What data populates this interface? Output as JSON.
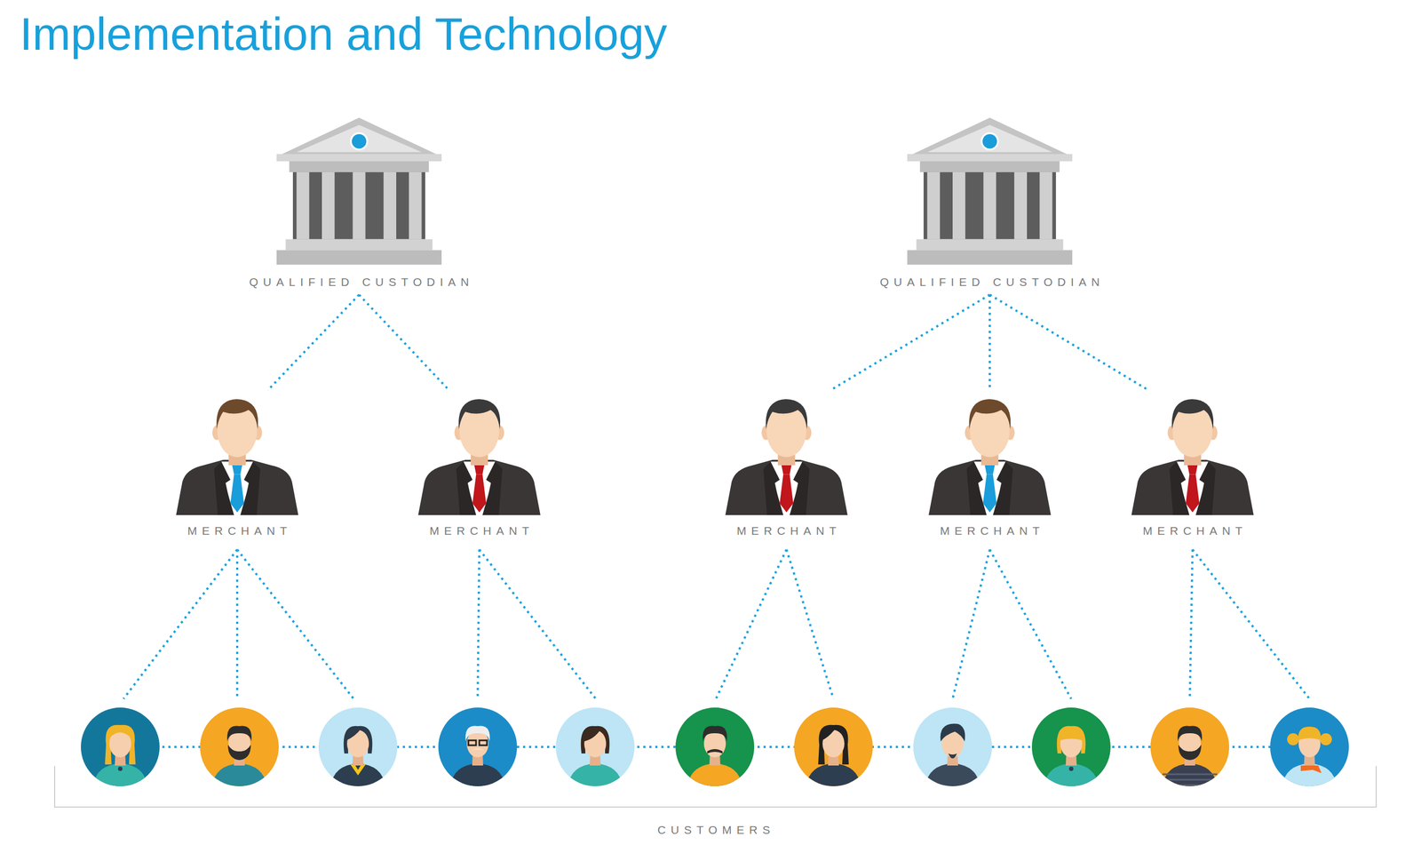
{
  "diagram": {
    "title": "Implementation and Technology",
    "nodes": [
      {
        "text": [
          "QUALIFIED CUSTODIAN"
        ]
      },
      {
        "text": [
          "QUALIFIED CUSTODIAN"
        ]
      },
      {
        "text": [
          "MERCHANT"
        ]
      },
      {
        "text": [
          "MERCHANT"
        ]
      },
      {
        "text": [
          "MERCHANT"
        ]
      },
      {
        "text": [
          "MERCHANT"
        ]
      },
      {
        "text": [
          "MERCHANT"
        ]
      }
    ],
    "edges": [
      {
        "from": 0,
        "to": 2,
        "arrow": "none"
      },
      {
        "from": 0,
        "to": 3,
        "arrow": "none"
      },
      {
        "from": 1,
        "to": 4,
        "arrow": "none"
      },
      {
        "from": 1,
        "to": 5,
        "arrow": "none"
      },
      {
        "from": 1,
        "to": 6,
        "arrow": "none"
      }
    ],
    "labels": [
      "CUSTOMERS"
    ]
  }
}
